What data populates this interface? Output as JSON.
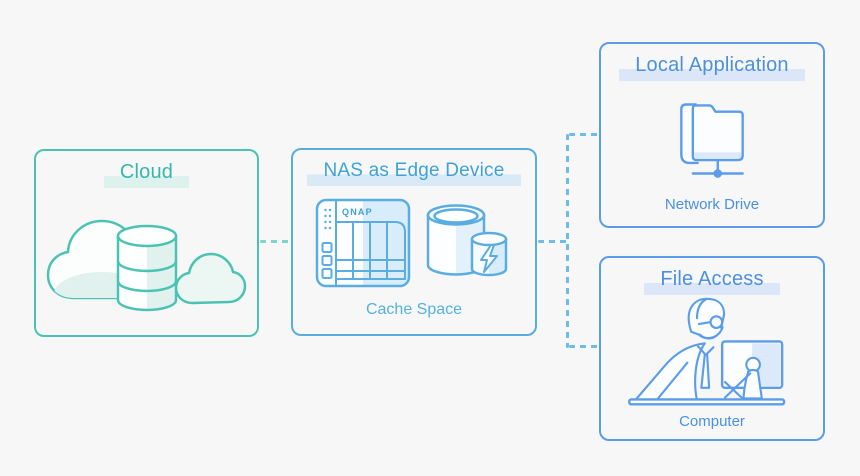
{
  "colors": {
    "page_bg": "#f7f7f7",
    "teal_border": "#4cc3b2",
    "teal_text": "#34b9a8",
    "teal_hl": "#ddf1ed",
    "teal_dash": "#84d3ca",
    "teal_fill": "#e1f2ee",
    "nas_border": "#5aade1",
    "nas_text": "#3ea2d9",
    "nas_hl": "#d7eaf6",
    "nas_fill": "#d9ecf9",
    "nas_caption": "#52b2e2",
    "blue_dash": "#6fbce9",
    "app_border": "#5b9ceb",
    "app_text": "#4a90e2",
    "app_hl": "#dbe7f9",
    "app_fill": "#dbe9fb"
  },
  "nodes": {
    "cloud": {
      "title": "Cloud",
      "icon": "cloud-database-icon"
    },
    "nas": {
      "title": "NAS as Edge Device",
      "caption": "Cache Space",
      "device_label": "QNAP",
      "icons": [
        "qnap-nas-icon",
        "cache-cylinder-icon"
      ]
    },
    "local_app": {
      "title": "Local Application",
      "caption": "Network Drive",
      "icon": "network-folder-icon"
    },
    "file_access": {
      "title": "File Access",
      "caption": "Computer",
      "icon": "person-computer-icon"
    }
  },
  "connections": [
    {
      "from": "cloud",
      "to": "nas",
      "style": "dashed"
    },
    {
      "from": "nas",
      "to": "local_app",
      "style": "dashed"
    },
    {
      "from": "nas",
      "to": "file_access",
      "style": "dashed"
    }
  ]
}
